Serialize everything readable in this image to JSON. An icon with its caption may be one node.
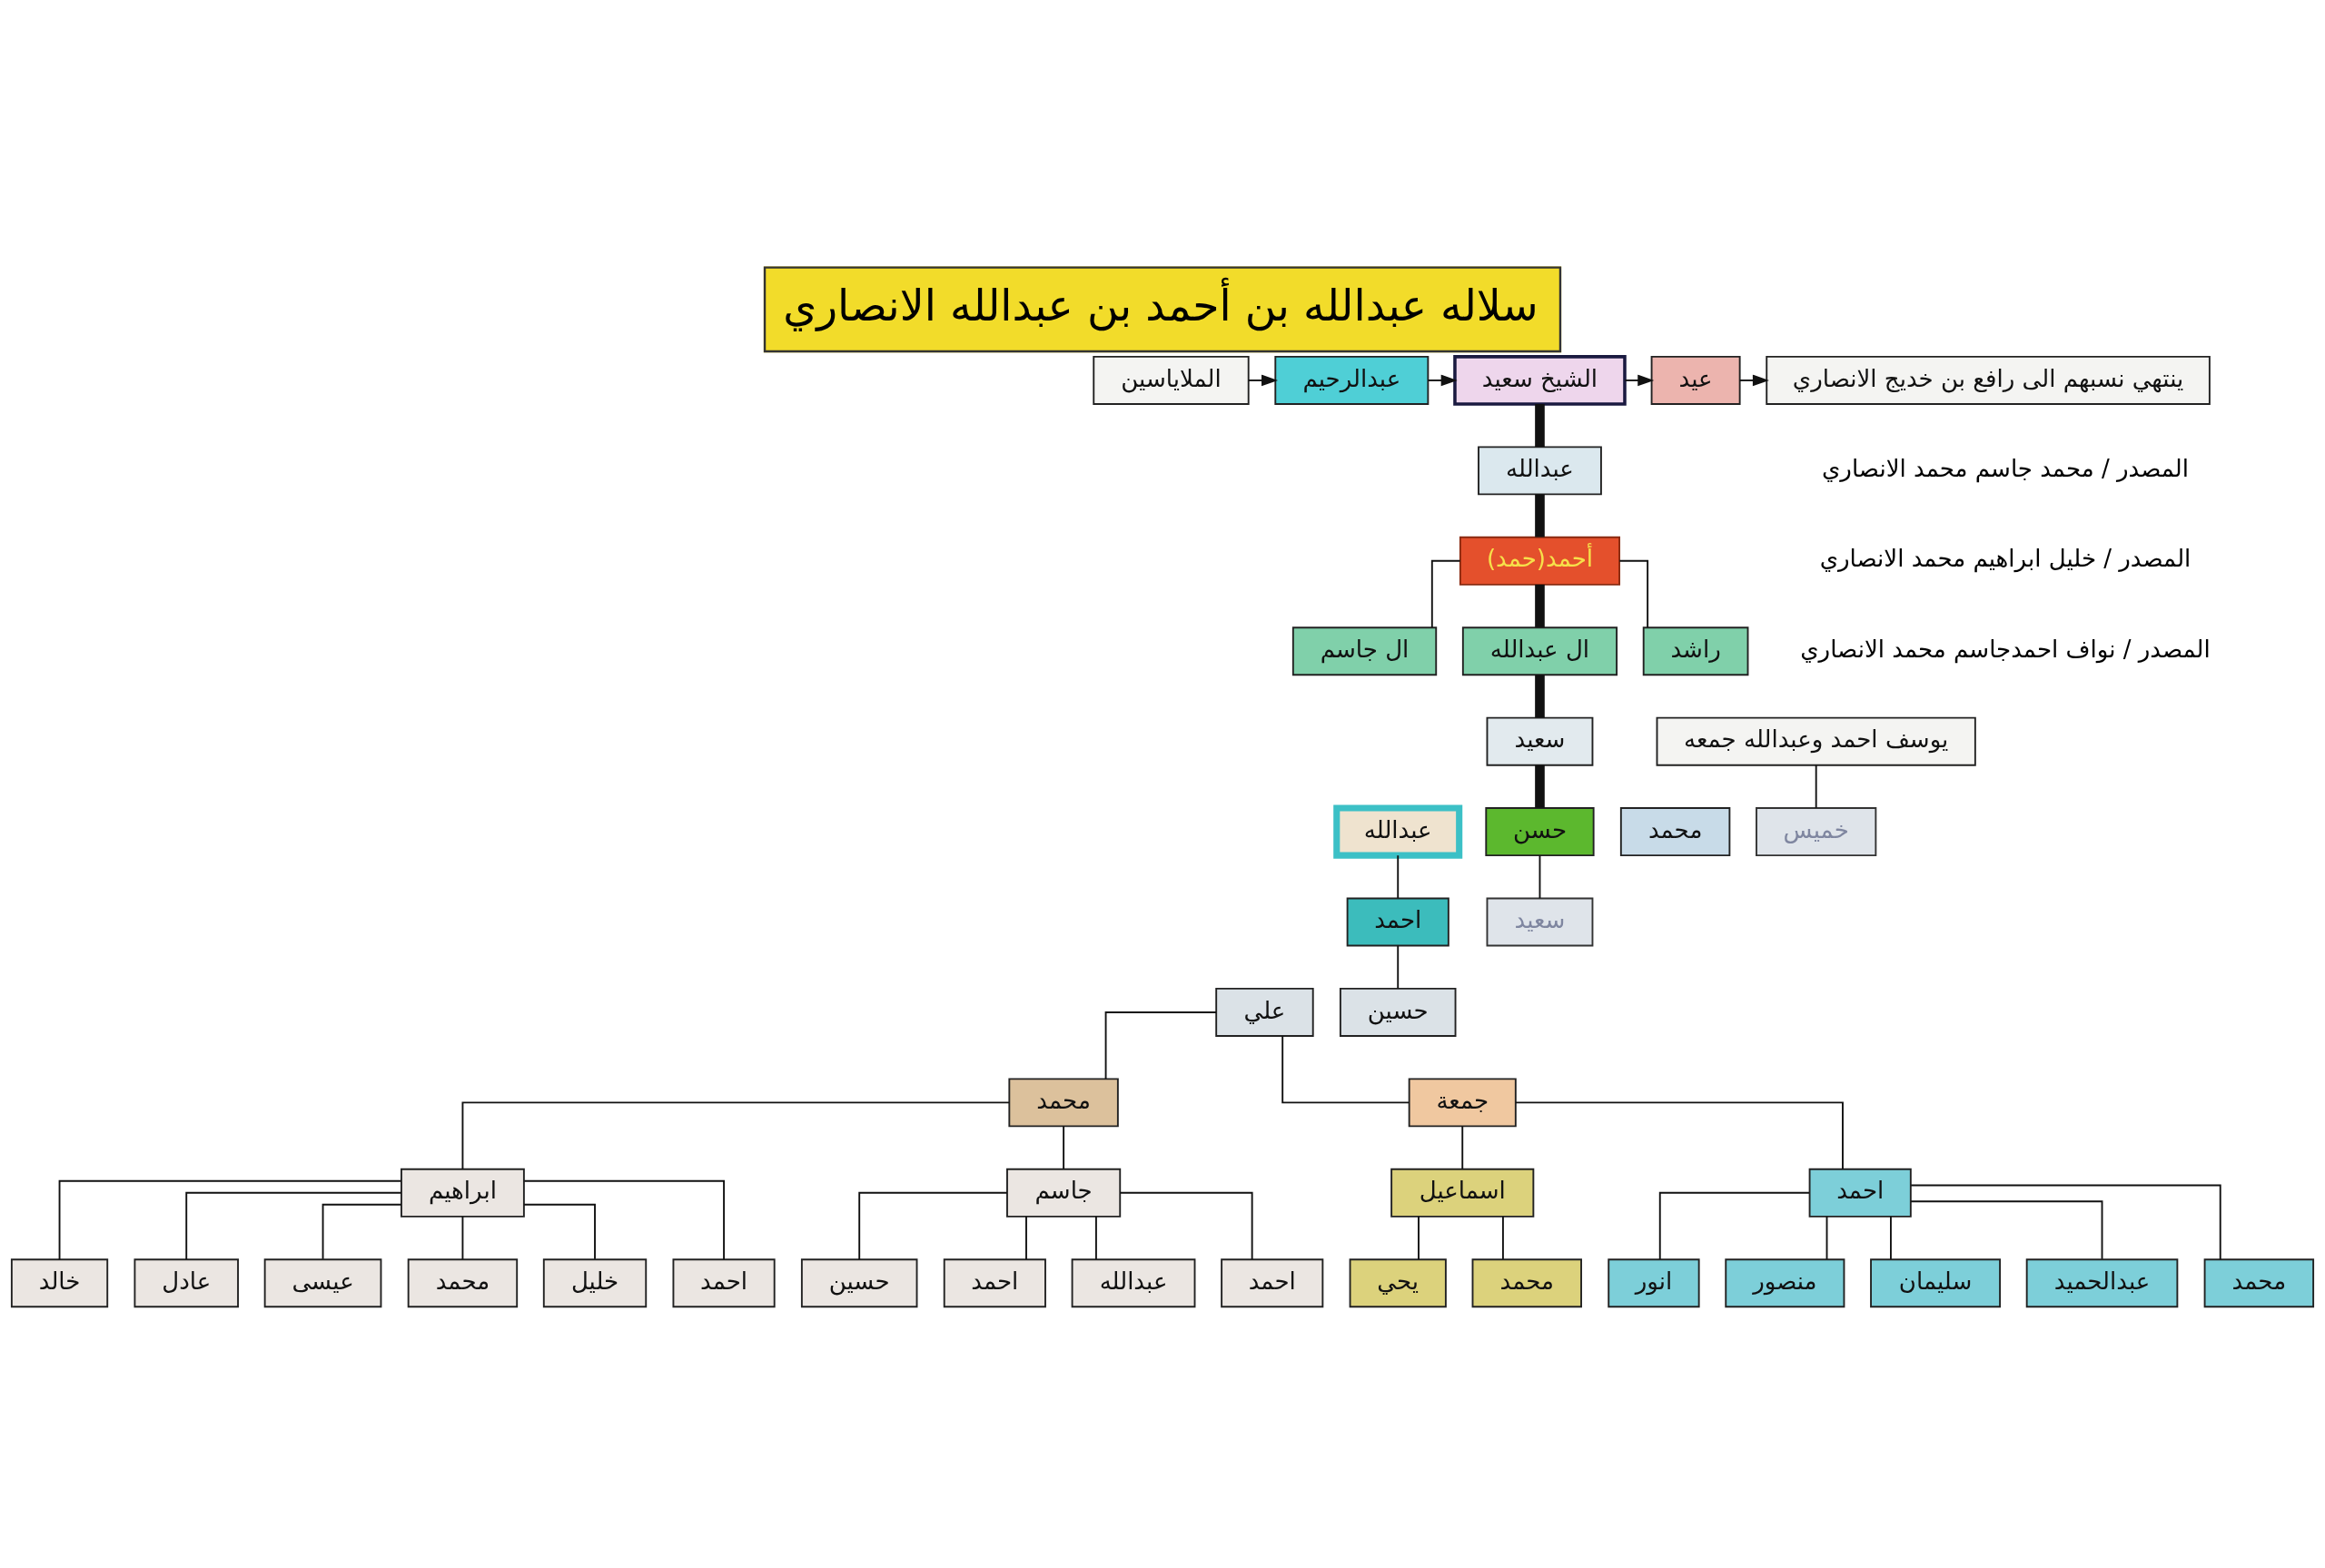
{
  "diagram": {
    "title": "سلاله عبدالله بن أحمد بن عبدالله الانصاري",
    "nodes": [
      {
        "text": [
          "الملاياسين"
        ]
      },
      {
        "text": [
          "عبدالرحيم"
        ]
      },
      {
        "text": [
          "الشيخ سعيد"
        ]
      },
      {
        "text": [
          "عيد"
        ]
      },
      {
        "text": [
          "ينتهي نسبهم الى رافع بن خديج الانصاري"
        ]
      },
      {
        "text": [
          "عبدالله"
        ]
      },
      {
        "text": [
          "أحمد(حمد)"
        ]
      },
      {
        "text": [
          "راشد"
        ]
      },
      {
        "text": [
          "ال عبدالله"
        ]
      },
      {
        "text": [
          "ال جاسم"
        ]
      },
      {
        "text": [
          "يوسف احمد وعبدالله جمعه"
        ]
      },
      {
        "text": [
          "سعيد"
        ]
      },
      {
        "text": [
          "خميس"
        ]
      },
      {
        "text": [
          "عبدالله"
        ]
      },
      {
        "text": [
          "محمد"
        ]
      },
      {
        "text": [
          "حسن"
        ]
      },
      {
        "text": [
          "سعيد"
        ]
      },
      {
        "text": [
          "احمد"
        ]
      },
      {
        "text": [
          "حسين"
        ]
      },
      {
        "text": [
          "علي"
        ]
      },
      {
        "text": [
          "جمعة"
        ]
      },
      {
        "text": [
          "احمد"
        ]
      },
      {
        "text": [
          "محمد"
        ]
      },
      {
        "text": [
          "محمد"
        ]
      },
      {
        "text": [
          "عبدالحميد"
        ]
      },
      {
        "text": [
          "سليمان"
        ]
      },
      {
        "text": [
          "منصور"
        ]
      },
      {
        "text": [
          "انور"
        ]
      },
      {
        "text": [
          "جاسم"
        ]
      },
      {
        "text": [
          "ابراهيم"
        ]
      },
      {
        "text": [
          "اسماعيل"
        ]
      },
      {
        "text": [
          "احمد"
        ]
      },
      {
        "text": [
          "عبدالله"
        ]
      },
      {
        "text": [
          "احمد"
        ]
      },
      {
        "text": [
          "حسين"
        ]
      },
      {
        "text": [
          "احمد"
        ]
      },
      {
        "text": [
          "خليل"
        ]
      },
      {
        "text": [
          "محمد"
        ]
      },
      {
        "text": [
          "عيسى"
        ]
      },
      {
        "text": [
          "عادل"
        ]
      },
      {
        "text": [
          "خالد"
        ]
      },
      {
        "text": [
          "محمد"
        ]
      },
      {
        "text": [
          "يحي"
        ]
      }
    ],
    "edges": [
      {
        "from": 0,
        "to": 1,
        "arrow": "to"
      },
      {
        "from": 1,
        "to": 2,
        "arrow": "to"
      },
      {
        "from": 2,
        "to": 3,
        "arrow": "to"
      },
      {
        "from": 3,
        "to": 4,
        "arrow": "to"
      },
      {
        "from": 2,
        "to": 5,
        "arrow": "none",
        "style": "thick"
      },
      {
        "from": 5,
        "to": 6,
        "arrow": "none",
        "style": "thick"
      },
      {
        "from": 6,
        "to": 9,
        "arrow": "none"
      },
      {
        "from": 6,
        "to": 8,
        "arrow": "none",
        "style": "thick"
      },
      {
        "from": 6,
        "to": 7,
        "arrow": "none"
      },
      {
        "from": 8,
        "to": 11,
        "arrow": "none",
        "style": "thick"
      },
      {
        "from": 11,
        "to": 15,
        "arrow": "none",
        "style": "thick"
      },
      {
        "from": 10,
        "to": 12,
        "arrow": "none"
      },
      {
        "from": 15,
        "to": 16,
        "arrow": "none"
      },
      {
        "from": 13,
        "to": 17,
        "arrow": "none"
      },
      {
        "from": 17,
        "to": 18,
        "arrow": "none"
      },
      {
        "from": 19,
        "to": 20,
        "arrow": "none"
      },
      {
        "from": 19,
        "to": 22,
        "arrow": "none"
      },
      {
        "from": 20,
        "to": 30,
        "arrow": "none"
      },
      {
        "from": 20,
        "to": 21,
        "arrow": "none"
      },
      {
        "from": 21,
        "to": 27,
        "arrow": "none"
      },
      {
        "from": 21,
        "to": 26,
        "arrow": "none"
      },
      {
        "from": 21,
        "to": 25,
        "arrow": "none"
      },
      {
        "from": 21,
        "to": 24,
        "arrow": "none"
      },
      {
        "from": 21,
        "to": 23,
        "arrow": "none"
      },
      {
        "from": 30,
        "to": 42,
        "arrow": "none"
      },
      {
        "from": 30,
        "to": 41,
        "arrow": "none"
      },
      {
        "from": 22,
        "to": 29,
        "arrow": "none"
      },
      {
        "from": 22,
        "to": 28,
        "arrow": "none"
      },
      {
        "from": 29,
        "to": 40,
        "arrow": "none"
      },
      {
        "from": 29,
        "to": 39,
        "arrow": "none"
      },
      {
        "from": 29,
        "to": 38,
        "arrow": "none"
      },
      {
        "from": 29,
        "to": 37,
        "arrow": "none"
      },
      {
        "from": 29,
        "to": 36,
        "arrow": "none"
      },
      {
        "from": 29,
        "to": 35,
        "arrow": "none"
      },
      {
        "from": 28,
        "to": 34,
        "arrow": "none"
      },
      {
        "from": 28,
        "to": 33,
        "arrow": "none"
      },
      {
        "from": 28,
        "to": 32,
        "arrow": "none"
      },
      {
        "from": 28,
        "to": 31,
        "arrow": "none"
      }
    ],
    "labels": [
      "المصدر / محمد جاسم محمد الانصاري",
      "المصدر / خليل ابراهيم محمد الانصاري",
      "المصدر / نواف احمدجاسم محمد الانصاري"
    ]
  }
}
